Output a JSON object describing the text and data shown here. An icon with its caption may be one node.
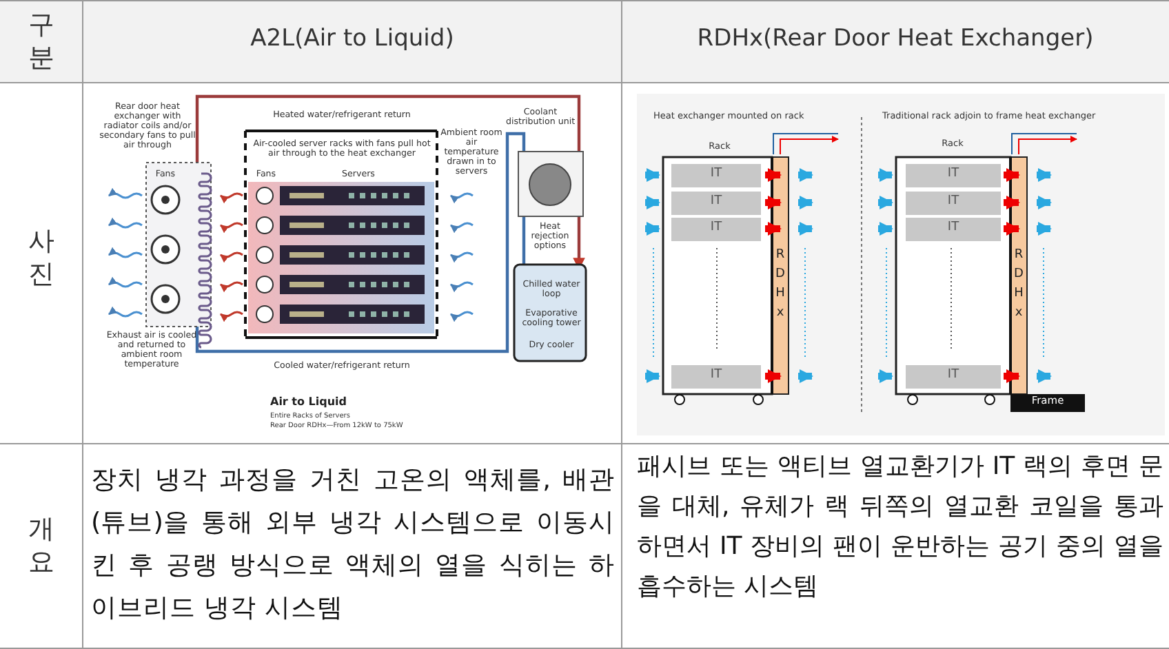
{
  "diagram": {
    "labels": [
      "구분",
      "A2L(Air to Liquid)",
      "RDHx(Rear Door Heat Exchanger)",
      "사진",
      "Rear door heat exchanger with radiator coils and/or secondary fans to pull air through",
      "Heated water/refrigerant return",
      "Coolant distribution unit",
      "Air-cooled server racks with fans pull hot air through to the heat exchanger",
      "Ambient room air temperature drawn in to servers",
      "Fans",
      "Fans",
      "Servers",
      "Heat rejection options",
      "Chilled water loop",
      "Evaporative cooling tower",
      "Dry cooler",
      "Exhaust air is cooled and returned to ambient room temperature",
      "Cooled water/refrigerant return",
      "Air to Liquid",
      "Entire Racks of Servers",
      "Rear Door RDHx—From 12kW to 75kW",
      "Heat exchanger mounted on rack",
      "Rack",
      "IT",
      "IT",
      "IT",
      "IT",
      "RDHx",
      "Traditional rack adjoin to frame heat exchanger",
      "Rack",
      "IT",
      "IT",
      "IT",
      "IT",
      "RDHx",
      "Frame",
      "개요",
      "장치 냉각 과정을 거친 고온의 액체를, 배관(튜브)을 통해 외부 냉각 시스템으로 이동시킨 후 공랭 방식으로 액체의 열을 식히는 하이브리드 냉각 시스템",
      "패시브 또는 액티브 열교환기가 IT 랙의 후면 문을 대체, 유체가 랙 뒤쪽의 열교환 코일을 통과하면서 IT 장비의 팬이 운반하는 공기 중의 열을 흡수하는 시스템"
    ]
  }
}
